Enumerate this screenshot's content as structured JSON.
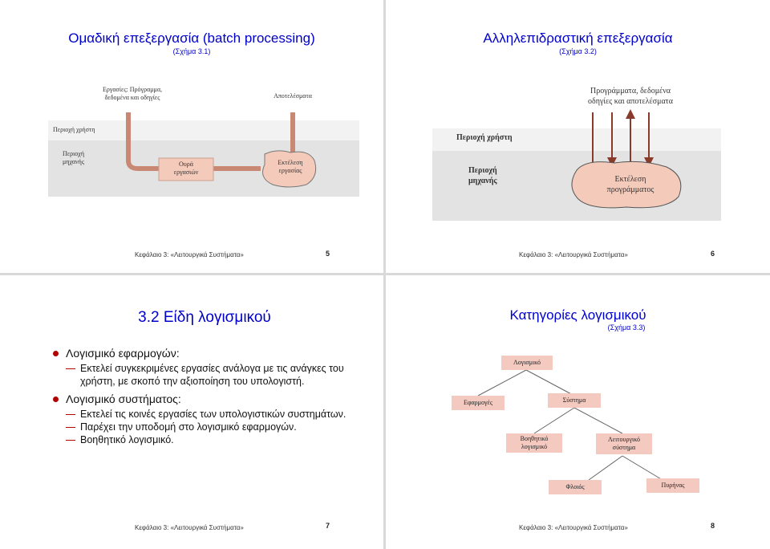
{
  "slide5": {
    "title": "Ομαδική επεξεργασία (batch processing)",
    "subtitle": "(Σχήμα 3.1)",
    "fig": {
      "input_label_1": "Εργασίες: Πρόγραμμα,",
      "input_label_2": "δεδομένα και οδηγίες",
      "output_label": "Αποτελέσματα",
      "user_area": "Περιοχή χρήστη",
      "machine_area_1": "Περιοχή",
      "machine_area_2": "μηχανής",
      "queue_1": "Ουρά",
      "queue_2": "εργασιών",
      "exec_1": "Εκτέλεση",
      "exec_2": "εργασίας"
    },
    "footer": "Κεφάλαιο 3: «Λειτουργικά Συστήματα»",
    "page": "5"
  },
  "slide6": {
    "title": "Αλληλεπιδραστική επεξεργασία",
    "subtitle": "(Σχήμα 3.2)",
    "fig": {
      "top_label_1": "Προγράμματα, δεδομένα",
      "top_label_2": "οδηγίες και αποτελέσματα",
      "user_area": "Περιοχή χρήστη",
      "machine_area_1": "Περιοχή",
      "machine_area_2": "μηχανής",
      "exec_1": "Εκτέλεση",
      "exec_2": "προγράμματος"
    },
    "footer": "Κεφάλαιο 3: «Λειτουργικά Συστήματα»",
    "page": "6"
  },
  "slide7": {
    "title": "3.2 Είδη λογισμικού",
    "b1": "Λογισμικό εφαρμογών:",
    "b1_sub1": "Εκτελεί συγκεκριμένες εργασίες ανάλογα με τις ανάγκες του χρήστη, με σκοπό την αξιοποίηση του υπολογιστή.",
    "b2": "Λογισμικό συστήματος:",
    "b2_sub1": "Εκτελεί τις κοινές εργασίες των υπολογιστικών συστημάτων.",
    "b2_sub2": "Παρέχει την υποδομή στο λογισμικό εφαρμογών.",
    "b2_sub3": "Βοηθητικό λογισμικό.",
    "footer": "Κεφάλαιο 3: «Λειτουργικά Συστήματα»",
    "page": "7"
  },
  "slide8": {
    "title": "Κατηγορίες λογισμικού",
    "subtitle": "(Σχήμα 3.3)",
    "tree": {
      "root": "Λογισμικό",
      "apps": "Εφαρμογές",
      "system": "Σύστημα",
      "utility_1": "Βοηθητικό",
      "utility_2": "λογισμικό",
      "os_1": "Λειτουργικό",
      "os_2": "σύστημα",
      "shell": "Φλοιός",
      "kernel": "Πυρήνας"
    },
    "footer": "Κεφάλαιο 3: «Λειτουργικά Συστήματα»",
    "page": "8"
  }
}
